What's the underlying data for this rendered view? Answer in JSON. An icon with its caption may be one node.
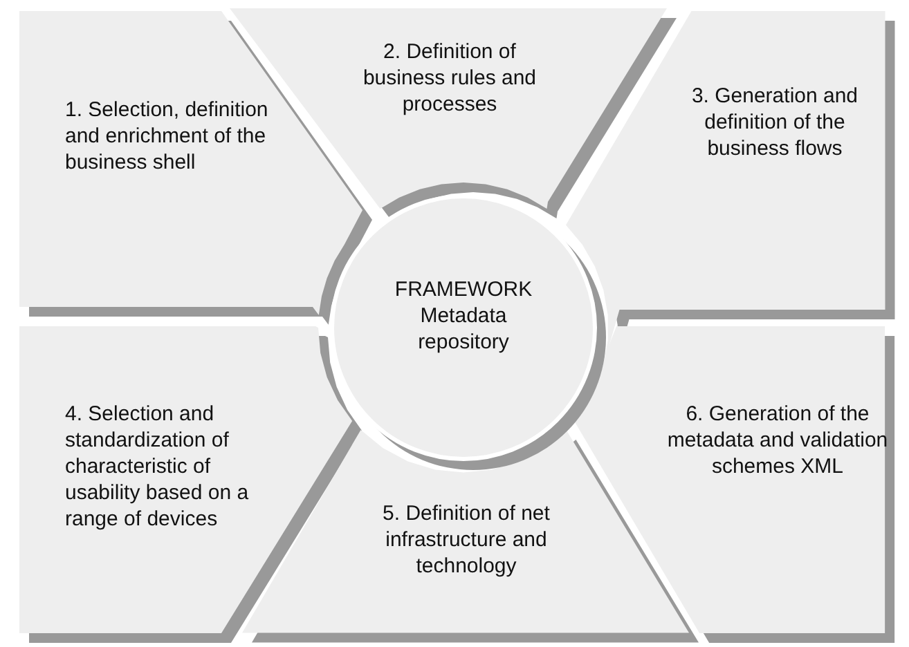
{
  "diagram": {
    "nodes": [
      {
        "text": [
          "1. Selection, definition and enrichment of the business shell"
        ]
      },
      {
        "text": [
          "2. Definition of business rules and processes"
        ]
      },
      {
        "text": [
          "3. Generation and definition of the business flows"
        ]
      },
      {
        "text": [
          "FRAMEWORK Metadata repository"
        ]
      },
      {
        "text": [
          "4. Selection and standardization of characteristic of usability based on a range of devices"
        ]
      },
      {
        "text": [
          "5. Definition of net infrastructure and technology"
        ]
      },
      {
        "text": [
          "6. Generation of the metadata and validation schemes XML"
        ]
      }
    ]
  }
}
